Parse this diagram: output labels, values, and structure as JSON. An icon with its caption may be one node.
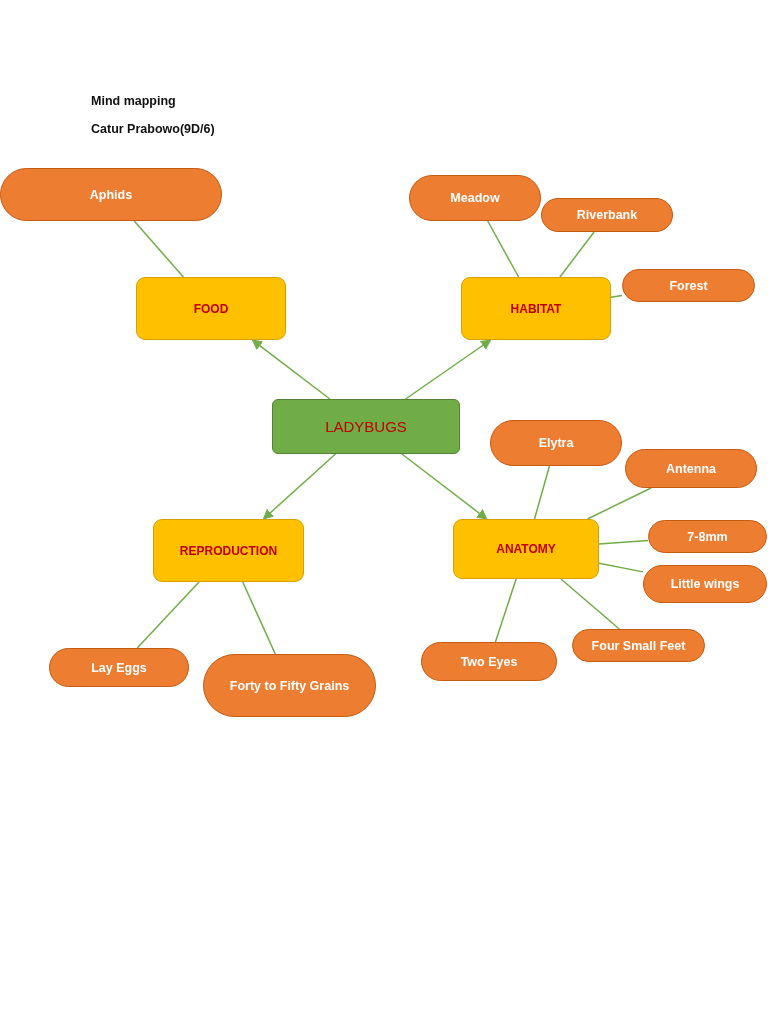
{
  "diagram": {
    "nodes": [
      {
        "text": [
          "LADYBUGS"
        ]
      },
      {
        "text": [
          "FOOD"
        ]
      },
      {
        "text": [
          "HABITAT"
        ]
      },
      {
        "text": [
          "REPRODUCTION"
        ]
      },
      {
        "text": [
          "ANATOMY"
        ]
      },
      {
        "text": [
          "Aphids"
        ]
      },
      {
        "text": [
          "Meadow"
        ]
      },
      {
        "text": [
          "Riverbank"
        ]
      },
      {
        "text": [
          "Forest"
        ]
      },
      {
        "text": [
          "Elytra"
        ]
      },
      {
        "text": [
          "Antenna"
        ]
      },
      {
        "text": [
          "7-8mm"
        ]
      },
      {
        "text": [
          "Little wings"
        ]
      },
      {
        "text": [
          "Four Small Feet"
        ]
      },
      {
        "text": [
          "Two Eyes"
        ]
      },
      {
        "text": [
          "Lay Eggs"
        ]
      },
      {
        "text": [
          "Forty to Fifty Grains"
        ]
      }
    ],
    "edges": [
      {
        "from": 0,
        "to": 1,
        "arrow": "to"
      },
      {
        "from": 0,
        "to": 2,
        "arrow": "to"
      },
      {
        "from": 0,
        "to": 3,
        "arrow": "to"
      },
      {
        "from": 0,
        "to": 4,
        "arrow": "to"
      },
      {
        "from": 1,
        "to": 5,
        "arrow": "none"
      },
      {
        "from": 2,
        "to": 6,
        "arrow": "none"
      },
      {
        "from": 2,
        "to": 7,
        "arrow": "none"
      },
      {
        "from": 2,
        "to": 8,
        "arrow": "none"
      },
      {
        "from": 4,
        "to": 9,
        "arrow": "none"
      },
      {
        "from": 4,
        "to": 10,
        "arrow": "none"
      },
      {
        "from": 4,
        "to": 11,
        "arrow": "none"
      },
      {
        "from": 4,
        "to": 12,
        "arrow": "none"
      },
      {
        "from": 4,
        "to": 13,
        "arrow": "none"
      },
      {
        "from": 4,
        "to": 14,
        "arrow": "none"
      },
      {
        "from": 3,
        "to": 15,
        "arrow": "none"
      },
      {
        "from": 3,
        "to": 16,
        "arrow": "none"
      }
    ],
    "labels": [
      "Mind mapping",
      "Catur Prabowo(9D/6)"
    ]
  }
}
